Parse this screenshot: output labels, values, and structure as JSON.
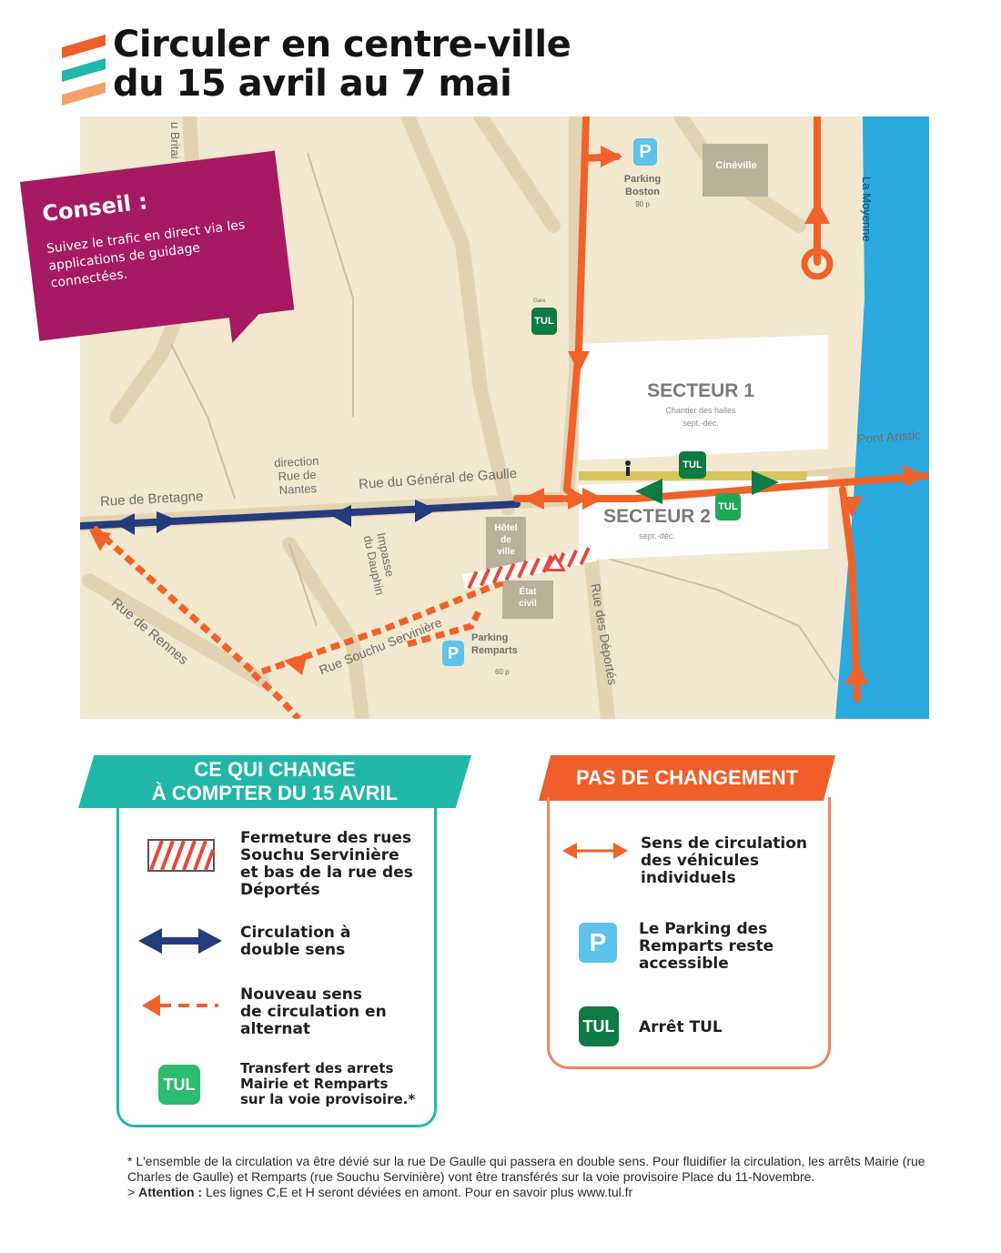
{
  "header": {
    "title_line1": "Circuler en centre-ville",
    "title_line2": "du 15 avril au 7 mai",
    "logo_colors": [
      "#ef5e2b",
      "#20b7a8",
      "#f4a06b"
    ]
  },
  "advice": {
    "title": "Conseil :",
    "text": "Suivez le trafic en direct via les applications de guidage connectées."
  },
  "map": {
    "streets": {
      "rue_de_bretagne": "Rue de Bretagne",
      "rue_bretagne_top": "u Britai",
      "direction": "direction\nRue de\nNantes",
      "rue_general_de_gaulle": "Rue du Général de Gaulle",
      "impasse_dauphin": "Impasse\ndu Dauphin",
      "rue_souchu_serviniere": "Rue Souchu Servinière",
      "rue_de_rennes": "Rue de Rennes",
      "rue_des_deportes": "Rue des Déportés",
      "pont_aristide": "Pont Aristic",
      "la_moyenne": "La Moyenne"
    },
    "buildings": {
      "cineville": "Cinéville",
      "hotel_de_ville": "Hôtel\nde\nville",
      "etat_civil": "État\ncivil"
    },
    "parkings": [
      {
        "name": "Parking\nBoston",
        "places": "90 p",
        "icon": "P"
      },
      {
        "name": "Parking\nRemparts",
        "places": "60 p",
        "icon": "P"
      }
    ],
    "tul_stops": [
      {
        "label": "TUL",
        "caption": "Gare"
      },
      {
        "label": "TUL"
      },
      {
        "label": "TUL"
      }
    ],
    "sectors": [
      {
        "name": "SECTEUR 1",
        "subtitle": "Chantier des halles",
        "dates": "sept.-déc."
      },
      {
        "name": "SECTEUR 2",
        "dates": "sept.-déc."
      }
    ],
    "colors": {
      "land": "#f2e8cf",
      "road": "#e4d7b8",
      "water": "#2aa9de",
      "orange": "#f0622a",
      "navy": "#243b7d",
      "green": "#0e7a45",
      "closure": "#e8473a"
    }
  },
  "legend_change": {
    "title_line1": "CE QUI CHANGE",
    "title_line2": "À COMPTER DU 15 AVRIL",
    "items": [
      {
        "icon": "closure-hatch-icon",
        "text": "Fermeture des rues\nSouchu Servinière\net bas de la rue des\nDéportés"
      },
      {
        "icon": "double-arrow-navy-icon",
        "text": "Circulation à\ndouble sens"
      },
      {
        "icon": "dashed-arrow-orange-icon",
        "text": "Nouveau sens\nde circulation en\nalternat"
      },
      {
        "icon": "tul-light-green-icon",
        "label": "TUL",
        "text": "Transfert des arrets\nMairie et Remparts\nsur la voie provisoire.*"
      }
    ],
    "color": "#20b7a8"
  },
  "legend_same": {
    "title": "PAS DE CHANGEMENT",
    "items": [
      {
        "icon": "double-arrow-orange-icon",
        "text": "Sens de circulation\ndes véhicules\nindividuels"
      },
      {
        "icon": "parking-icon",
        "label": "P",
        "text": "Le Parking des\nRemparts reste\naccessible"
      },
      {
        "icon": "tul-dark-green-icon",
        "label": "TUL",
        "text": "Arrêt TUL"
      }
    ],
    "color": "#ef5e2b"
  },
  "footnote": {
    "text": "* L'ensemble de la circulation va être dévié sur la rue De Gaulle qui passera en double sens. Pour fluidifier la circulation, les arrêts Mairie (rue Charles de Gaulle) et Remparts (rue Souchu Servinière) vont être transférés sur la voie provisoire Place du 11-Novembre.",
    "attention_label": "Attention :",
    "attention_text": " Les lignes C,E et H seront déviées en amont. Pour en savoir plus www.tul.fr"
  }
}
